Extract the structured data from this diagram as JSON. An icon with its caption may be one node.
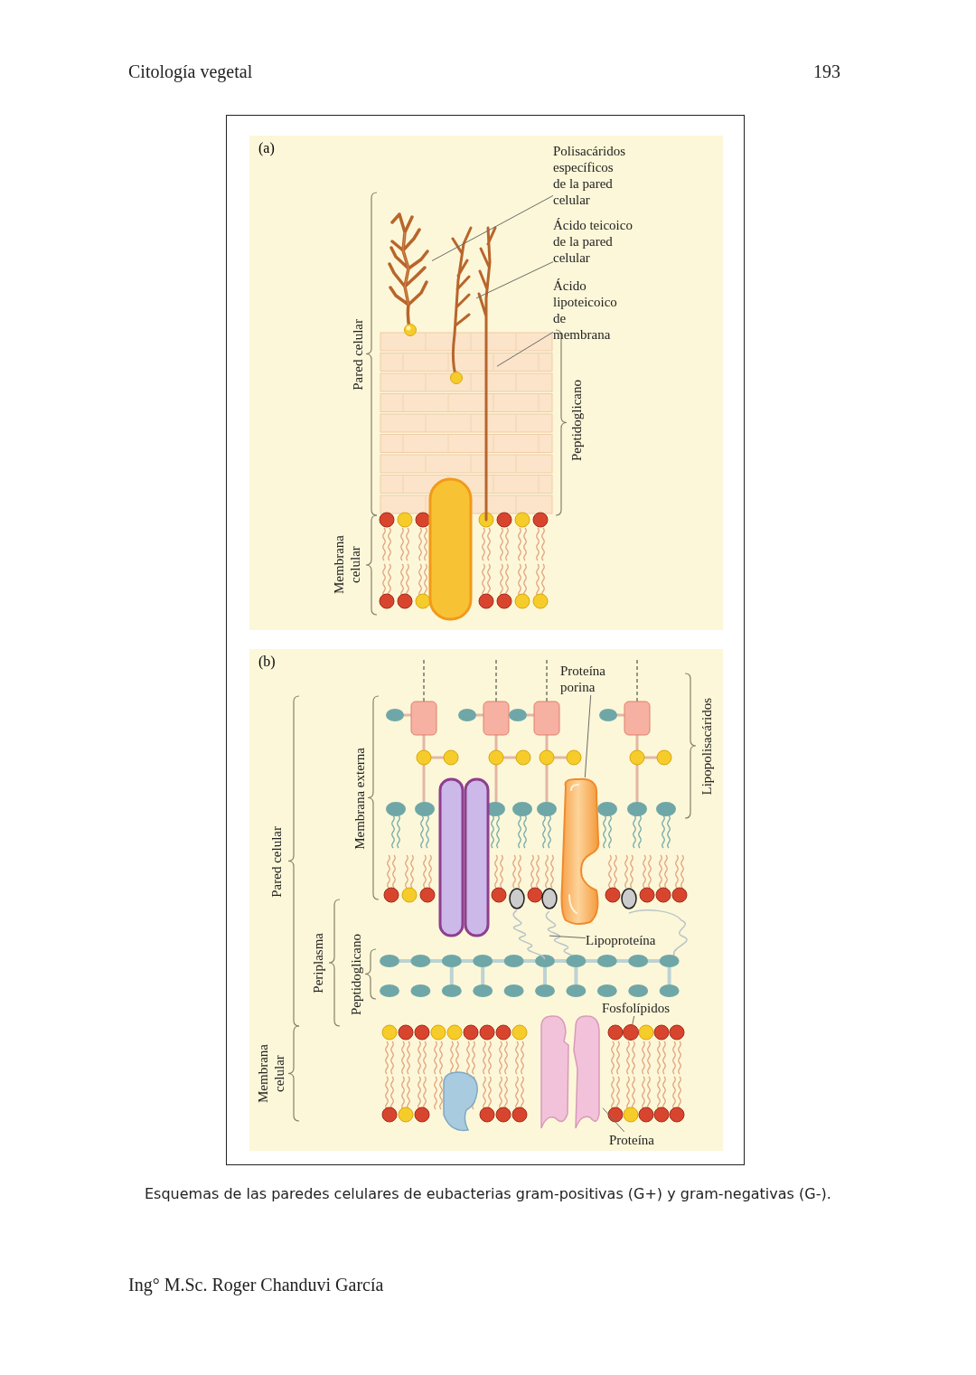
{
  "diagram": {
    "caption": "Esquemas de las paredes celulares de eubacterias gram-positivas (G+) y gram-negativas (G-).",
    "nodes": [
      {
        "text": [
          "(a)"
        ]
      },
      {
        "text": [
          "Polisacáridos específicos de la pared celular"
        ],
        "in": 0
      },
      {
        "text": [],
        "shape": "picture",
        "in": 0
      },
      {
        "text": [
          "Ácido teicoico de la pared celular"
        ],
        "in": 0
      },
      {
        "text": [],
        "shape": "picture",
        "in": 0
      },
      {
        "text": [
          "Ácido lipoteicoico de membrana"
        ],
        "in": 0
      },
      {
        "text": [],
        "shape": "picture",
        "in": 0
      },
      {
        "text": [
          "(b)"
        ]
      },
      {
        "text": [
          "Proteína porina"
        ],
        "in": 7
      },
      {
        "text": [],
        "shape": "picture",
        "in": 7
      },
      {
        "text": [
          "Lipoproteína"
        ],
        "in": 7
      },
      {
        "text": [],
        "shape": "picture",
        "in": 7
      },
      {
        "text": [
          "Fosfolípidos"
        ],
        "in": 7
      },
      {
        "text": [],
        "shape": "circle",
        "in": 7
      },
      {
        "text": [
          "Proteína"
        ],
        "in": 7
      },
      {
        "text": [],
        "shape": "picture",
        "in": 7
      }
    ],
    "edges": [
      {
        "from": 1,
        "to": 2,
        "arrow": "none"
      },
      {
        "from": 3,
        "to": 4,
        "arrow": "none"
      },
      {
        "from": 5,
        "to": 6,
        "arrow": "none"
      },
      {
        "from": 8,
        "to": 9,
        "arrow": "none"
      },
      {
        "from": 10,
        "to": 11,
        "arrow": "none"
      },
      {
        "from": 12,
        "to": 13,
        "arrow": "none"
      },
      {
        "from": 14,
        "to": 15,
        "arrow": "none"
      }
    ],
    "labels": [
      "Citología vegetal",
      "193",
      "Pared celular",
      "Membrana celular",
      "Peptidoglicano",
      "Lipopolisacáridos",
      "Membrana externa",
      "Pared celular",
      "Periplasma",
      "Peptidoglicano",
      "Membrana celular",
      "Ing° M.Sc. Roger Chanduvi García"
    ]
  }
}
